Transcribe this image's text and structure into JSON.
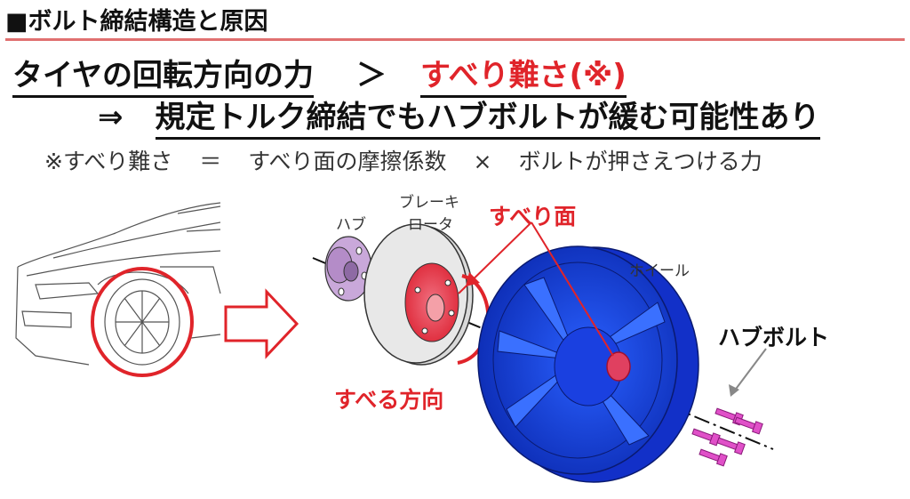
{
  "header": {
    "title": "■ボルト締結構造と原因"
  },
  "statement": {
    "lhs": "タイヤの回転方向の力",
    "operator": "＞",
    "rhs": "すべり難さ(※)",
    "conclusion_arrow": "⇒",
    "conclusion": "規定トルク締結でもハブボルトが緩む可能性あり"
  },
  "note": {
    "prefix": "※すべり難さ",
    "eq": "＝",
    "term1": "すべり面の摩擦係数",
    "times": "×",
    "term2": "ボルトが押さえつける力"
  },
  "diagram": {
    "hub_label": "ハブ",
    "rotor_label_1": "ブレーキ",
    "rotor_label_2": "ロータ",
    "slip_surface_label": "すべり面",
    "wheel_label": "ホイール",
    "hub_bolt_label": "ハブボルト",
    "slip_direction_label": "すべる方向"
  },
  "colors": {
    "accent_red": "#e0242a",
    "wheel_blue": "#1a3fe0",
    "hub_purple": "#b48cc8",
    "bolt_magenta": "#e050c8",
    "rule_pink": "#e07070"
  }
}
